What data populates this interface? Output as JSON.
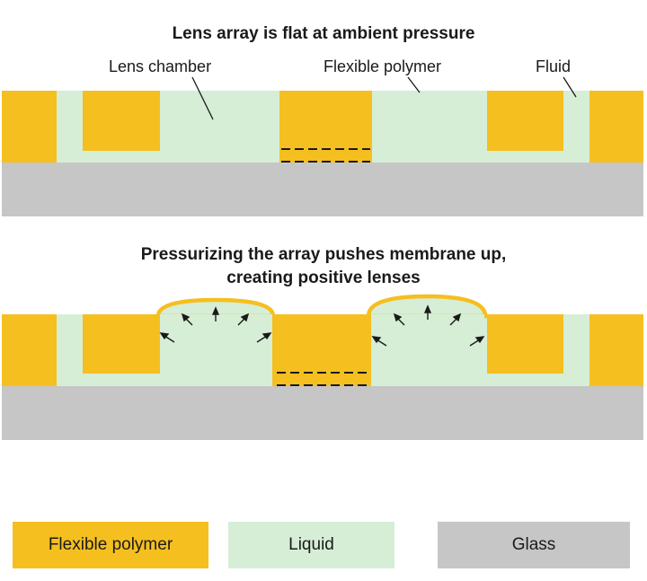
{
  "top": {
    "title": "Lens array is flat at ambient pressure",
    "labels": {
      "lens_chamber": "Lens chamber",
      "flexible_polymer": "Flexible polymer",
      "fluid": "Fluid"
    }
  },
  "bottom": {
    "title_line1": "Pressurizing the array pushes membrane up,",
    "title_line2": "creating positive lenses"
  },
  "legend": {
    "polymer": "Flexible polymer",
    "liquid": "Liquid",
    "glass": "Glass"
  },
  "colors": {
    "polymer": "#f5bf20",
    "liquid": "#d6eed6",
    "glass": "#c6c6c6",
    "lines": "#1a1a1a"
  }
}
